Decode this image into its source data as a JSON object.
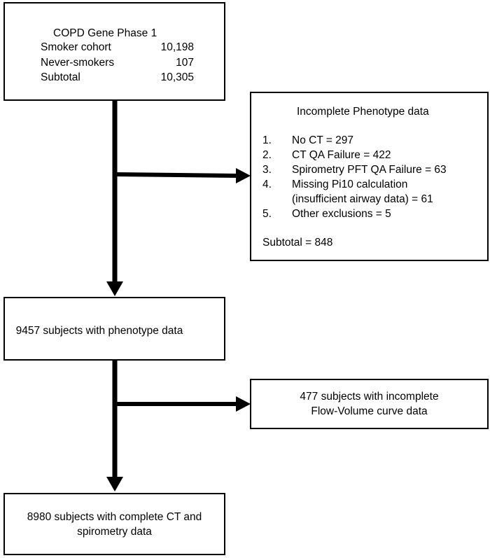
{
  "box1": {
    "title": "COPD Gene Phase 1",
    "rows": [
      {
        "label": "Smoker cohort",
        "value": "10,198"
      },
      {
        "label": "Never-smokers",
        "value": "107"
      },
      {
        "label": "Subtotal",
        "value": "10,305"
      }
    ]
  },
  "box2": {
    "title": "Incomplete Phenotype data",
    "items": [
      {
        "num": "1.",
        "text": "No CT = 297"
      },
      {
        "num": "2.",
        "text": "CT QA Failure = 422"
      },
      {
        "num": "3.",
        "text": "Spirometry PFT QA Failure = 63"
      },
      {
        "num": "4.",
        "text": "Missing Pi10 calculation"
      },
      {
        "num": "",
        "text": "(insufficient airway data) = 61"
      },
      {
        "num": "5.",
        "text": "Other exclusions = 5"
      }
    ],
    "subtotal": "Subtotal = 848"
  },
  "box3": {
    "text": "9457 subjects with phenotype data"
  },
  "box4": {
    "line1": "477 subjects with incomplete",
    "line2": "Flow-Volume curve data"
  },
  "box5": {
    "line1": "8980 subjects with complete CT and",
    "line2": "spirometry data"
  }
}
